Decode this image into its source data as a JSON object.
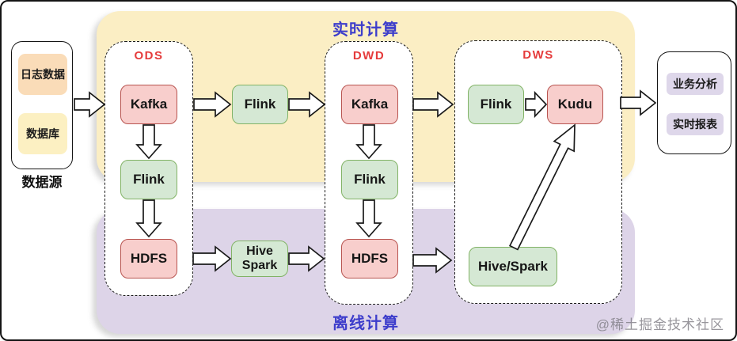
{
  "titles": {
    "realtime": "实时计算",
    "offline": "离线计算"
  },
  "source": {
    "caption": "数据源",
    "items": [
      {
        "label": "日志数据"
      },
      {
        "label": "数据库"
      }
    ]
  },
  "stages": {
    "ods": "ODS",
    "dwd": "DWD",
    "dws": "DWS"
  },
  "nodes": {
    "kafka_ods": {
      "label": "Kafka"
    },
    "flink_ods": {
      "label": "Flink"
    },
    "hdfs_ods": {
      "label": "HDFS"
    },
    "flink_realtime": {
      "label": "Flink"
    },
    "hive_spark_offline": {
      "label": "Hive\nSpark"
    },
    "kafka_dwd": {
      "label": "Kafka"
    },
    "flink_dwd": {
      "label": "Flink"
    },
    "hdfs_dwd": {
      "label": "HDFS"
    },
    "flink_dws": {
      "label": "Flink"
    },
    "kudu": {
      "label": "Kudu"
    },
    "hive_spark_dws": {
      "label": "Hive/Spark"
    }
  },
  "outputs": {
    "items": [
      {
        "label": "业务分析"
      },
      {
        "label": "实时报表"
      }
    ]
  },
  "watermark": "@稀土掘金技术社区",
  "colors": {
    "realtime_bg": "#fbeec4",
    "offline_bg": "#ddd4e8",
    "node_pink_fill": "#f8cecc",
    "node_pink_border": "#b85450",
    "node_green_fill": "#d5e8d4",
    "node_green_border": "#82b366",
    "stage_label": "#e53b3b",
    "region_label": "#3d3dcb",
    "source_logs_bg": "#fadcb8",
    "source_db_bg": "#fcf0c2",
    "output_item_bg": "#ded7ea"
  }
}
